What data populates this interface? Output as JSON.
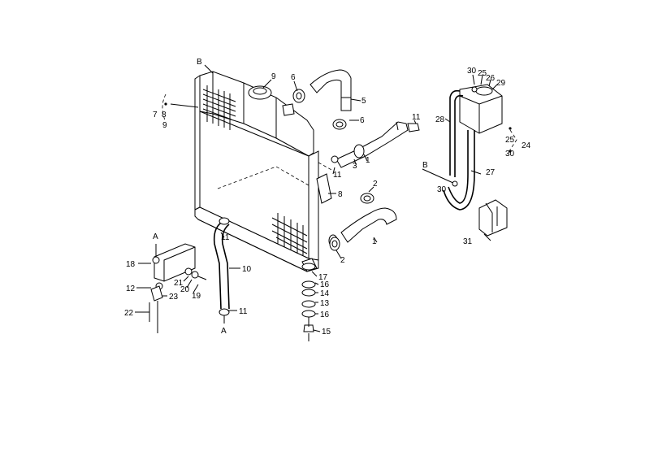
{
  "labels": {
    "B_top": "B",
    "c9_top": "9",
    "c6_top": "6",
    "c5": "5",
    "c6_mid": "6",
    "c11_pipe": "11",
    "c7": "7",
    "c8_left": "8",
    "c9_left": "9",
    "c1_pipe": "1",
    "c3": "3",
    "c11_mid": "11",
    "c8_right": "8",
    "c2_top": "2",
    "c1_hose": "1",
    "c2_bot": "2",
    "c11_left": "11",
    "c10": "10",
    "c11_bot": "11",
    "A_bot": "A",
    "A_top": "A",
    "c18": "18",
    "c21": "21",
    "c20": "20",
    "c19": "19",
    "c12": "12",
    "c23": "23",
    "c22": "22",
    "c17": "17",
    "c16a": "16",
    "c14": "14",
    "c13": "13",
    "c16b": "16",
    "c15": "15",
    "c30a": "30",
    "c25a": "25",
    "c26": "26",
    "c29": "29",
    "c28": "28",
    "c25b": "25",
    "c24": "24",
    "c30b": "30",
    "B_right": "B",
    "c27": "27",
    "c30c": "30",
    "c31": "31"
  }
}
